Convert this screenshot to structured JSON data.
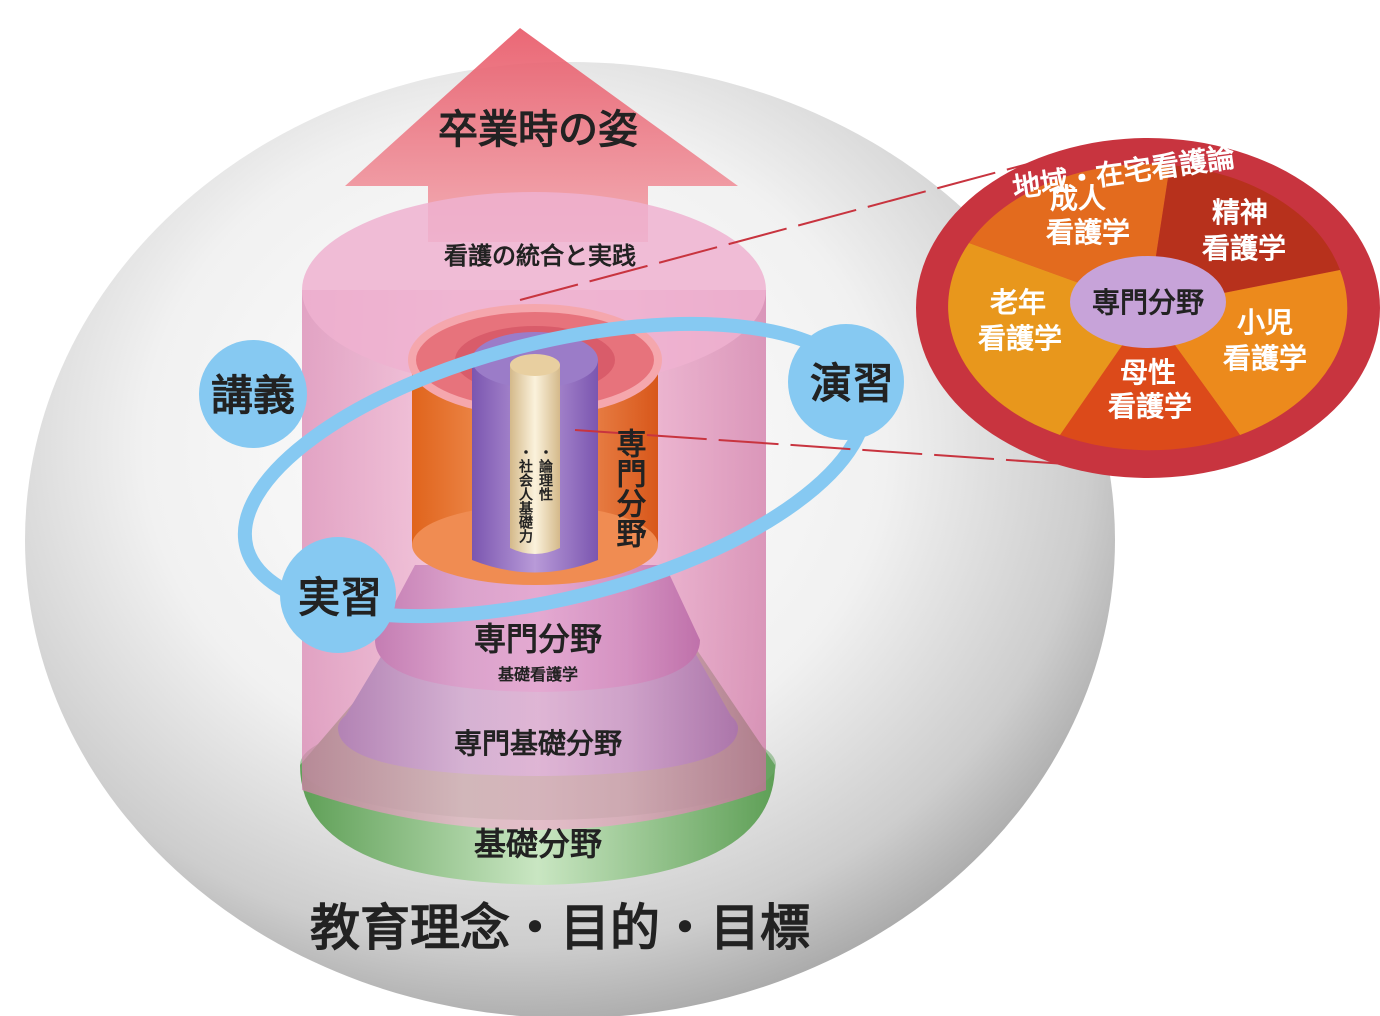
{
  "diagram": {
    "arrow_label": "卒業時の姿",
    "integration_label": "看護の統合と実践",
    "method_lecture": "講義",
    "method_exercise": "演習",
    "method_practicum": "実習",
    "core_items": [
      "・論理性",
      "・社会人基礎力"
    ],
    "specialty_vertical": "専門分野",
    "specialty_fundamental": "専門分野",
    "fundamental_nursing": "基礎看護学",
    "specialty_basic": "専門基礎分野",
    "basic": "基礎分野",
    "foundation": "教育理念・目的・目標"
  },
  "specialty_wheel": {
    "ring_label": "地域・在宅看護論",
    "center_label": "専門分野",
    "segments": [
      {
        "line1": "成人",
        "line2": "看護学",
        "color": "#e36b1e"
      },
      {
        "line1": "精神",
        "line2": "看護学",
        "color": "#b7311c"
      },
      {
        "line1": "小児",
        "line2": "看護学",
        "color": "#ec8a1c"
      },
      {
        "line1": "母性",
        "line2": "看護学",
        "color": "#dc4a1a"
      },
      {
        "line1": "老年",
        "line2": "看護学",
        "color": "#e8971c"
      }
    ]
  },
  "colors": {
    "outer_ring": "#c8343f",
    "arrow": "#e06a75",
    "pink_cylinder": "#ec9fc4",
    "orbit": "#86c9f2",
    "green_tier": "#76b56d",
    "blue_tier": "#5f86c2",
    "purple_tier": "#8b4fa7"
  }
}
